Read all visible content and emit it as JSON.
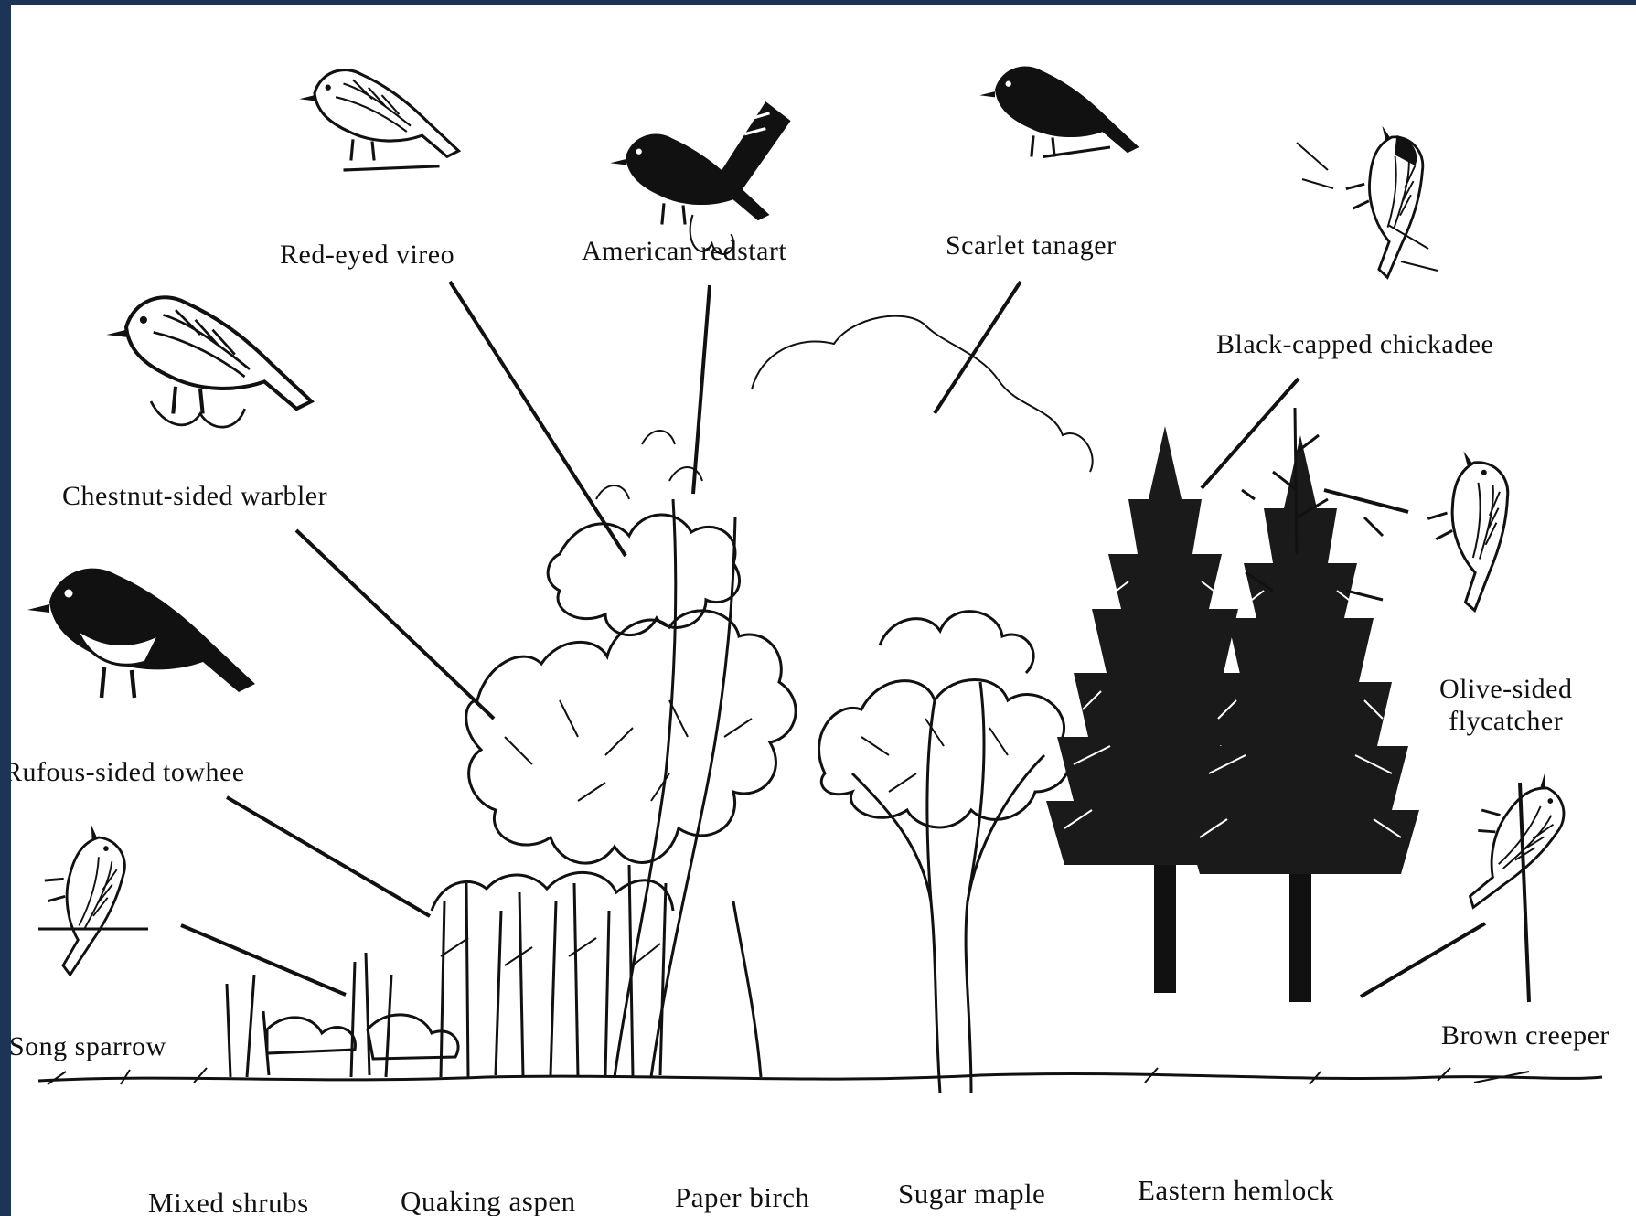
{
  "birds": [
    {
      "id": "red-eyed-vireo",
      "name": "Red-eyed vireo"
    },
    {
      "id": "american-redstart",
      "name": "American redstart"
    },
    {
      "id": "scarlet-tanager",
      "name": "Scarlet tanager"
    },
    {
      "id": "black-capped-chickadee",
      "name": "Black-capped chickadee"
    },
    {
      "id": "chestnut-sided-warbler",
      "name": "Chestnut-sided warbler"
    },
    {
      "id": "olive-sided-flycatcher",
      "name_line1": "Olive-sided",
      "name_line2": "flycatcher"
    },
    {
      "id": "rufous-sided-towhee",
      "name": "Rufous-sided towhee"
    },
    {
      "id": "song-sparrow",
      "name": "Song sparrow"
    },
    {
      "id": "brown-creeper",
      "name": "Brown creeper"
    }
  ],
  "trees": [
    {
      "id": "mixed-shrubs",
      "name": "Mixed shrubs"
    },
    {
      "id": "quaking-aspen",
      "name": "Quaking aspen"
    },
    {
      "id": "paper-birch",
      "name": "Paper birch"
    },
    {
      "id": "sugar-maple",
      "name": "Sugar maple"
    },
    {
      "id": "eastern-hemlock",
      "name": "Eastern hemlock"
    }
  ]
}
